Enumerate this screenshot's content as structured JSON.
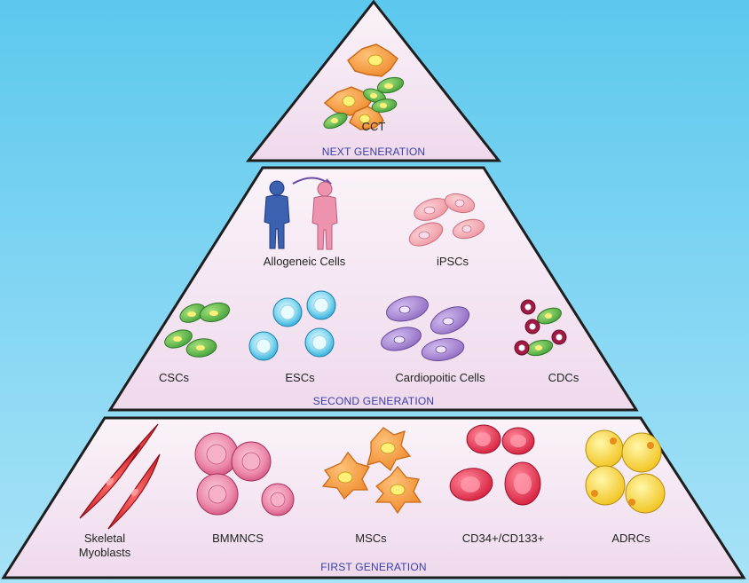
{
  "diagram": {
    "tiers": [
      {
        "id": "next",
        "generation_label": "NEXT GENERATION",
        "items": [
          {
            "id": "cct",
            "label": "CCT",
            "icon": "mixed-cell-cluster-icon"
          }
        ]
      },
      {
        "id": "second",
        "generation_label": "SECOND GENERATION",
        "items": [
          {
            "id": "allogeneic",
            "label": "Allogeneic Cells",
            "icon": "person-transfer-icon"
          },
          {
            "id": "ipscs",
            "label": "iPSCs",
            "icon": "pink-cell-cluster-icon"
          },
          {
            "id": "cscs",
            "label": "CSCs",
            "icon": "green-cell-cluster-icon"
          },
          {
            "id": "escs",
            "label": "ESCs",
            "icon": "blue-round-cell-icon"
          },
          {
            "id": "cardiopoietic",
            "label": "Cardiopoitic Cells",
            "icon": "purple-cell-cluster-icon"
          },
          {
            "id": "cdcs",
            "label": "CDCs",
            "icon": "mixed-red-green-cell-icon"
          }
        ]
      },
      {
        "id": "first",
        "generation_label": "FIRST GENERATION",
        "items": [
          {
            "id": "skeletal",
            "label_lines": [
              "Skeletal",
              "Myoblasts"
            ],
            "icon": "spindle-cell-icon"
          },
          {
            "id": "bmmncs",
            "label": "BMMNCS",
            "icon": "pink-round-cell-icon"
          },
          {
            "id": "mscs",
            "label": "MSCs",
            "icon": "orange-star-cell-icon"
          },
          {
            "id": "cd34",
            "label": "CD34+/CD133+",
            "icon": "red-oval-cell-icon"
          },
          {
            "id": "adrcs",
            "label": "ADRCs",
            "icon": "yellow-fat-cell-icon"
          }
        ]
      }
    ],
    "colors": {
      "background": "#6dcff1",
      "tier_fill": "#f7eaf4",
      "outline": "#1e1e1e",
      "generation_text": "#3a3ea8",
      "orange_cell": "#f39a3f",
      "green_cell": "#5fb648",
      "pink_cell": "#f3a6b0",
      "blue_cell": "#4cc0e4",
      "purple_cell": "#a987cf",
      "red_cell": "#e6334d",
      "magenta_cell": "#e7769c",
      "yellow_cell": "#f6d33a",
      "person_blue": "#3c61b0",
      "person_pink": "#ee93ae",
      "arrow": "#6b4aa8"
    }
  }
}
